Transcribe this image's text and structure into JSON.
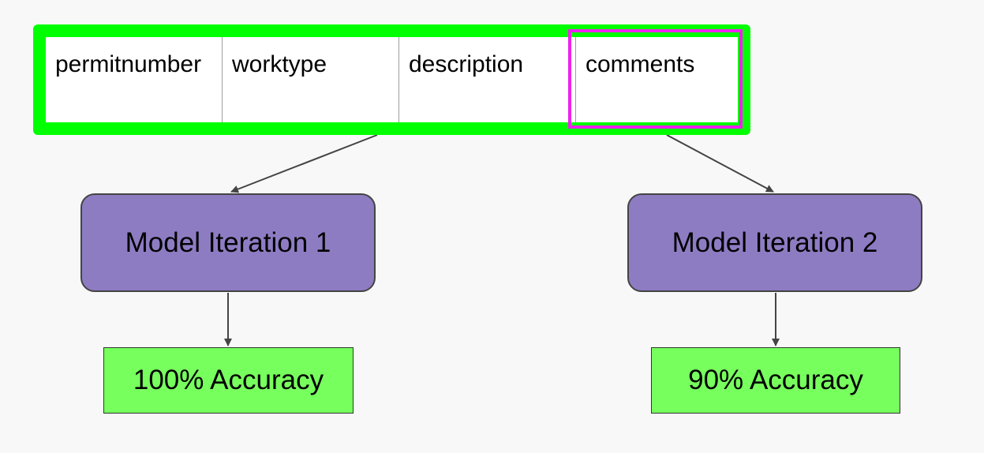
{
  "table": {
    "columns": [
      "permitnumber",
      "worktype",
      "description",
      "comments"
    ],
    "highlighted_column": "comments"
  },
  "models": [
    {
      "label": "Model Iteration 1",
      "accuracy": "100% Accuracy"
    },
    {
      "label": "Model Iteration 2",
      "accuracy": "90% Accuracy"
    }
  ],
  "colors": {
    "table_outline": "#00ff00",
    "highlight": "#ee22ee",
    "model_fill": "#8e7cc3",
    "accuracy_fill": "#77ff5e",
    "arrow": "#444444"
  }
}
